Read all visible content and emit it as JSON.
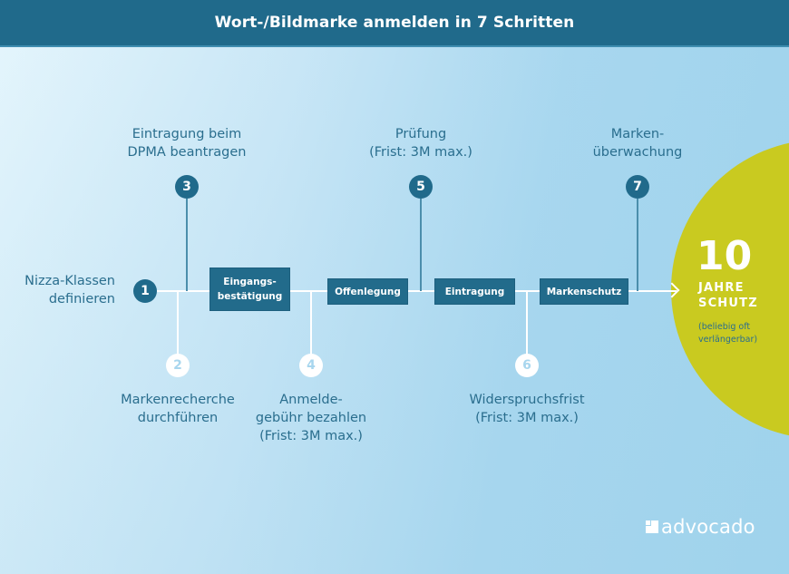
{
  "header": {
    "title": "Wort-/Bildmarke anmelden in 7 Schritten"
  },
  "steps": [
    {
      "number": "1",
      "label": "Nizza-Klassen\ndefinieren"
    },
    {
      "number": "2",
      "label": "Markenrecherche\ndurchführen"
    },
    {
      "number": "3",
      "label": "Eintragung beim\nDPMA beantragen"
    },
    {
      "number": "4",
      "label": "Anmelde-\ngebühr bezahlen\n(Frist: 3M max.)"
    },
    {
      "number": "5",
      "label": "Prüfung\n(Frist: 3M max.)"
    },
    {
      "number": "6",
      "label": "Widerspruchsfrist\n(Frist: 3M max.)"
    },
    {
      "number": "7",
      "label": "Marken-\nüberwachung"
    }
  ],
  "stages": [
    {
      "label": "Eingangs-\nbestätigung"
    },
    {
      "label": "Offenlegung"
    },
    {
      "label": "Eintragung"
    },
    {
      "label": "Markenschutz"
    }
  ],
  "result": {
    "number": "10",
    "title": "JAHRE\nSCHUTZ",
    "note": "(beliebig oft\nverlängerbar)"
  },
  "logo": {
    "text": "advocado"
  },
  "colors": {
    "header": "#206a8b",
    "box": "#226b8b",
    "accent_circle": "#c9ca20",
    "text": "#2a6e8e"
  }
}
